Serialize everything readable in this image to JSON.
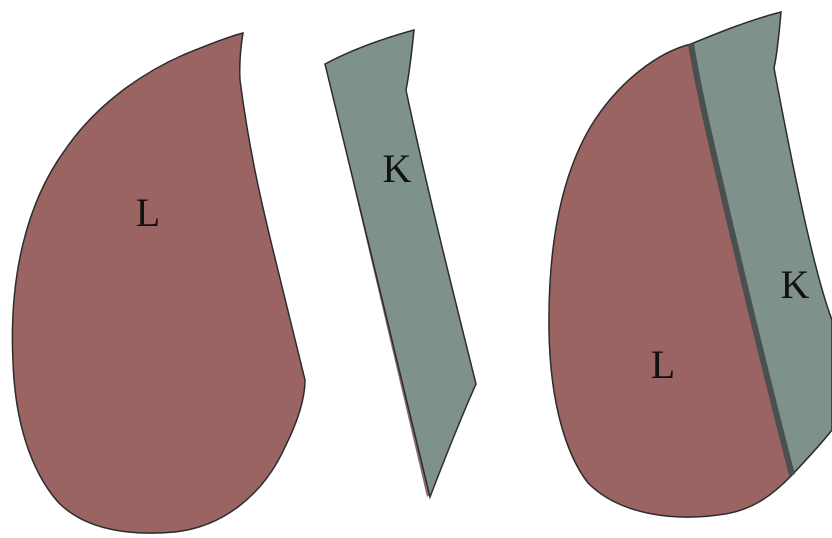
{
  "colors": {
    "background": "#ffffff",
    "piece_l_fill": "#9a6462",
    "piece_k_fill": "#7f918b",
    "outline": "#2c2c2c",
    "edge_strip": "#8b6b66",
    "seam": "#4a4f4f",
    "label_text": "#111111"
  },
  "pieces": {
    "left_l": {
      "label": "L"
    },
    "middle_k": {
      "label": "K"
    },
    "combined_l": {
      "label": "L"
    },
    "combined_k": {
      "label": "K"
    }
  }
}
